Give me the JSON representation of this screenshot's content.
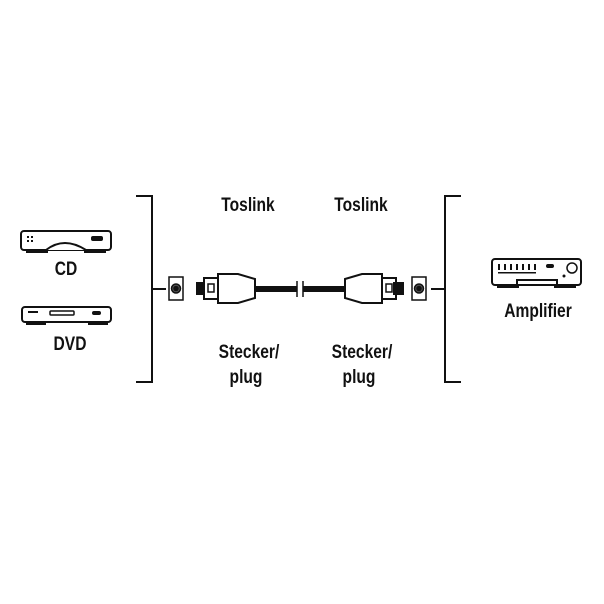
{
  "sources": [
    {
      "label": "CD",
      "icon": "cd-player-icon"
    },
    {
      "label": "DVD",
      "icon": "dvd-player-icon"
    }
  ],
  "destination": {
    "label": "Amplifier",
    "icon": "amplifier-icon"
  },
  "cable": {
    "left_end": {
      "connector": "Toslink",
      "type_line1": "Stecker/",
      "type_line2": "plug"
    },
    "right_end": {
      "connector": "Toslink",
      "type_line1": "Stecker/",
      "type_line2": "plug"
    }
  }
}
